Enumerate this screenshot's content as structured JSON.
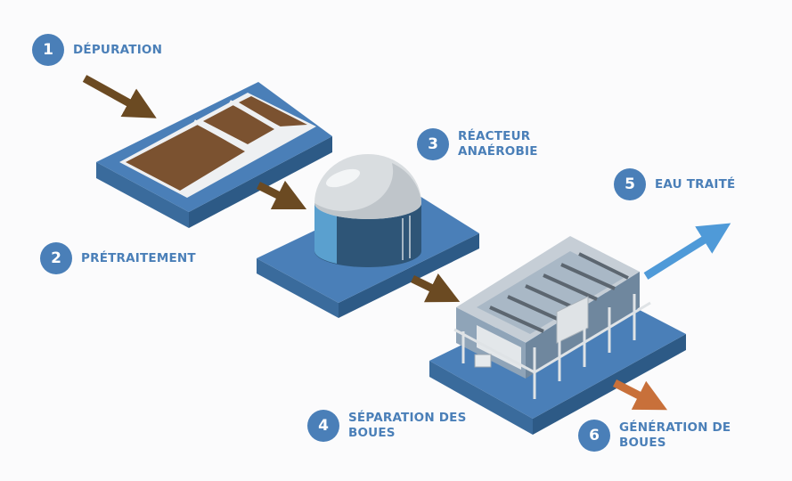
{
  "steps": [
    {
      "number": "1",
      "label": "DÉPURATION"
    },
    {
      "number": "2",
      "label": "PRÉTRAITEMENT"
    },
    {
      "number": "3",
      "label": "RÉACTEUR\nANAÉROBIE"
    },
    {
      "number": "4",
      "label": "SÉPARATION DES\nBOUES"
    },
    {
      "number": "5",
      "label": "EAU TRAITÉ"
    },
    {
      "number": "6",
      "label": "GÉNÉRATION DE\nBOUES"
    }
  ],
  "colors": {
    "accent": "#4a7fb8",
    "platform_top": "#4a7fb8",
    "platform_side_left": "#3a6b9c",
    "platform_side_right": "#2d5a86",
    "flow_arrow": "#6b4a22",
    "water_arrow": "#4f9ad8",
    "sludge_arrow": "#c8703a"
  }
}
